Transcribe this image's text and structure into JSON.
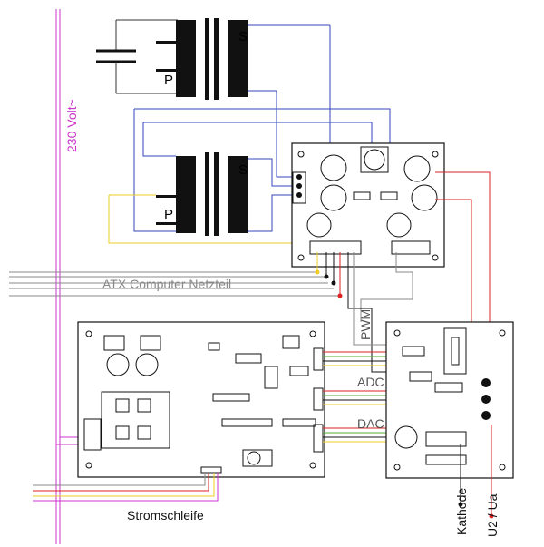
{
  "labels": {
    "mains": "230 Volt~",
    "atx": "ATX Computer Netzteil",
    "pwm": "PWM",
    "adc": "ADC",
    "dac": "DAC",
    "current_loop": "Stromschleife",
    "cathode": "Kathode",
    "output": "U2 / Ua",
    "secondary_1": "S",
    "primary_1": "P",
    "secondary_2": "S",
    "primary_2": "P"
  },
  "colors": {
    "mains": "#cc33cc",
    "atx": "#888888",
    "blue_wire": "#3344bb",
    "red_wire": "#dd2222",
    "yellow_wire": "#eecc22",
    "board": "#ffffff",
    "board_outline": "#111111",
    "core": "#111111"
  }
}
